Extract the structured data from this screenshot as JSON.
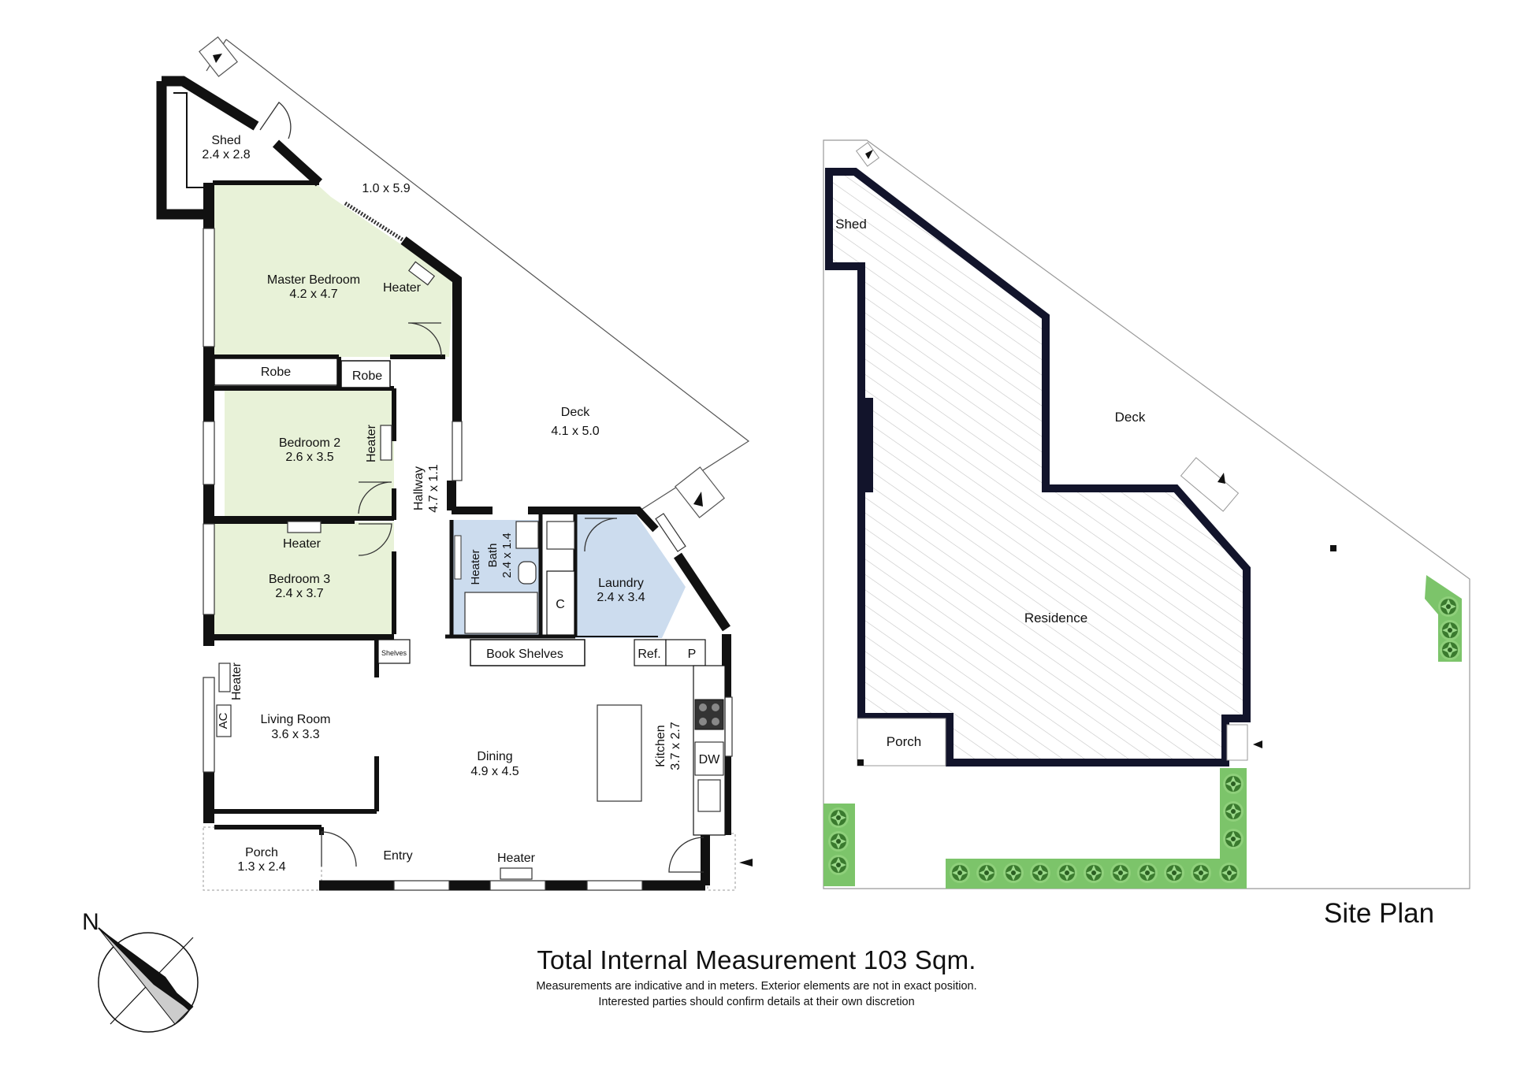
{
  "floor_plan": {
    "rooms": [
      {
        "name": "Shed",
        "size": "2.4 x 2.8"
      },
      {
        "name": "Master Bedroom",
        "size": "4.2 x 4.7"
      },
      {
        "name": "Bedroom 2",
        "size": "2.6 x 3.5"
      },
      {
        "name": "Bedroom 3",
        "size": "2.4 x 3.7"
      },
      {
        "name": "Living Room",
        "size": "3.6 x 3.3"
      },
      {
        "name": "Dining",
        "size": "4.9 x 4.5"
      },
      {
        "name": "Deck",
        "size": "4.1 x 5.0"
      },
      {
        "name": "Laundry",
        "size": "2.4 x 3.4"
      },
      {
        "name": "Porch",
        "size": "1.3 x 2.4"
      },
      {
        "name": "Bath",
        "size": "2.4 x 1.4"
      },
      {
        "name": "Hallway",
        "size": "4.7 x 1.1"
      },
      {
        "name": "Kitchen",
        "size": "3.7 x 2.7"
      }
    ],
    "walkway_size": "1.0 x 5.9",
    "labels": {
      "heater": "Heater",
      "robe": "Robe",
      "book_shelves": "Book Shelves",
      "shelves": "Shelves",
      "ref": "Ref.",
      "pantry": "P",
      "dishwasher": "DW",
      "cupboard": "C",
      "ac": "AC",
      "entry": "Entry"
    }
  },
  "site_plan": {
    "title": "Site Plan",
    "labels": {
      "shed": "Shed",
      "deck": "Deck",
      "residence": "Residence",
      "porch": "Porch"
    }
  },
  "compass": {
    "north": "N"
  },
  "footer": {
    "total": "Total Internal Measurement 103 Sqm.",
    "note1": "Measurements are indicative and in meters. Exterior elements are not in exact position.",
    "note2": "Interested parties should confirm details at their own discretion"
  },
  "colors": {
    "bedroom": "#e8f2d8",
    "wet_area": "#ccdcee",
    "wall": "#111111",
    "site_wall": "#12142b",
    "garden": "#7cc46a",
    "hatch": "#bbbbbb"
  }
}
